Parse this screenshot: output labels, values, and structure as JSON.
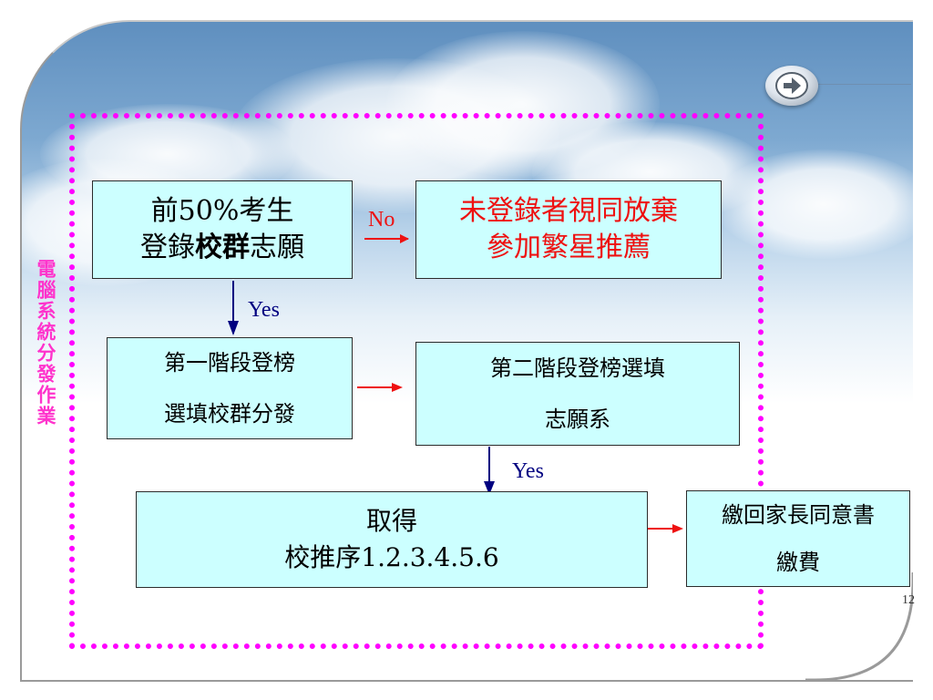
{
  "side_label": "電腦系統分發作業",
  "boxes": {
    "b1": {
      "line1": "前50%考生",
      "line2_pre": "登錄",
      "line2_bold": "校群",
      "line2_post": "志願"
    },
    "b2": {
      "line1": "未登錄者視同放棄",
      "line2": "參加繁星推薦"
    },
    "b3": {
      "line1": "第一階段登榜",
      "line2": "選填校群分發"
    },
    "b4": {
      "line1": "第二階段登榜選填",
      "line2": "志願系"
    },
    "b5": {
      "line1": "取得",
      "line2": "校推序1.2.3.4.5.6"
    },
    "b6": {
      "line1": "繳回家長同意書",
      "line2": "繳費"
    }
  },
  "labels": {
    "no": "No",
    "yes1": "Yes",
    "yes2": "Yes"
  },
  "page_number": "12",
  "colors": {
    "box_fill": "#ccffff",
    "dotted_border": "#ff00ff",
    "side_label": "#ff33cc",
    "red_text": "#ee1111",
    "red_arrow": "#ee1111",
    "blue_arrow": "#000080"
  },
  "icons": {
    "nav": "arrow-right-circle-icon"
  }
}
